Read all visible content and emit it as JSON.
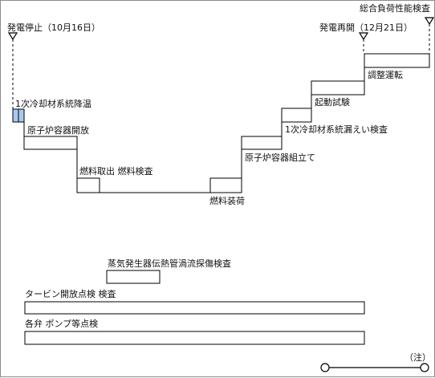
{
  "milestones": {
    "shutdown": "発電停止（10月16日）",
    "restart": "発電再開（12月21日）",
    "final_check": "総合負荷性能検査"
  },
  "steps": {
    "cooling": "1次冷却材系統降温",
    "vessel_open": "原子炉容器開放",
    "fuel_removal": "燃料取出 燃料検査",
    "fuel_loading": "燃料装荷",
    "vessel_assembly": "原子炉容器組立て",
    "leak_check": "1次冷却材系統漏えい検査",
    "startup_test": "起動試験",
    "adjust_run": "調整運転"
  },
  "parallel_work": {
    "steam_generator": "蒸気発生器伝熱管渦流探傷検査",
    "turbine": "タービン開放点検 検査",
    "valves_pumps": "各弁 ポンプ等点検"
  },
  "note": "（注）",
  "colors": {
    "line": "#000000",
    "highlight": "#a9c9f0",
    "frame": "#8c8c8c"
  }
}
